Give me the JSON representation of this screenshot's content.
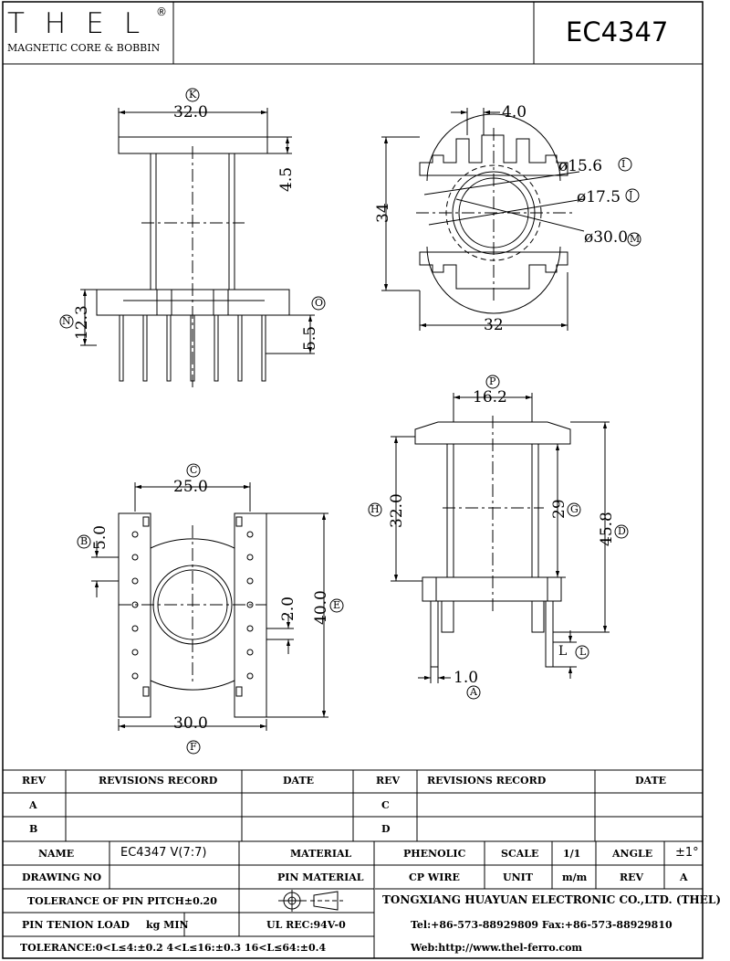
{
  "header": {
    "logo_text": "THEL",
    "logo_reg": "®",
    "logo_subtitle": "MAGNETIC CORE & BOBBIN",
    "part_number": "EC4347"
  },
  "drawing": {
    "top_view": {
      "dim_width": "32.0",
      "label_width": "K",
      "dim_flange": "4.5",
      "dim_base": "12.3",
      "label_base": "N",
      "dim_pin": "5.5",
      "label_pin": "O"
    },
    "side_view": {
      "dim_slot": "4.0",
      "dim_height": "34",
      "dim_width": "32",
      "dia_inner": "ø15.6",
      "label_inner": "I",
      "dia_mid": "ø17.5",
      "label_mid": "J",
      "dia_outer": "ø30.0",
      "label_outer": "M"
    },
    "bottom_view": {
      "dim_top_width": "25.0",
      "label_top_width": "C",
      "dim_pitch": "5.0",
      "label_pitch": "B",
      "dim_pin_gap": "2.0",
      "dim_length": "40.0",
      "label_length": "E",
      "dim_bottom_width": "30.0",
      "label_bottom_width": "F"
    },
    "front_view": {
      "dim_core": "16.2",
      "label_core": "P",
      "dim_inner_h": "32.0",
      "label_inner_h": "H",
      "dim_window": "29",
      "label_window": "G",
      "dim_total": "45.8",
      "label_total": "D",
      "dim_pin_len": "L",
      "label_pin_len": "L",
      "dim_pin_dia": "1.0",
      "label_pin_dia": "A"
    }
  },
  "title_block": {
    "rev_header": [
      "REV",
      "REVISIONS RECORD",
      "DATE",
      "REV",
      "REVISIONS RECORD",
      "DATE"
    ],
    "rev_rows": [
      [
        "A",
        "C"
      ],
      [
        "B",
        "D"
      ]
    ],
    "name_label": "NAME",
    "name_value": "EC4347 V(7:7)",
    "material_label": "MATERIAL",
    "material_value": "PHENOLIC",
    "scale_label": "SCALE",
    "scale_value": "1/1",
    "angle_label": "ANGLE",
    "angle_value": "±1°",
    "drawing_no_label": "DRAWING NO",
    "pin_material_label": "PIN MATERIAL",
    "pin_material_value": "CP WIRE",
    "unit_label": "UNIT",
    "unit_value": "m/m",
    "rev_label": "REV",
    "rev_value": "A",
    "pitch_tolerance": "TOLERANCE OF PIN PITCH±0.20",
    "company": "TONGXIANG HUAYUAN ELECTRONIC CO.,LTD.  (THEL)",
    "pin_load_label": "PIN TENION LOAD",
    "pin_load_unit": "kg MIN",
    "ul_rec": "UL REC:94V-0",
    "tel": "Tel:+86-573-88929809 Fax:+86-573-88929810",
    "tolerance": "TOLERANCE:0<L≤4:±0.2  4<L≤16:±0.3  16<L≤64:±0.4",
    "web": "Web:http://www.thel-ferro.com"
  }
}
